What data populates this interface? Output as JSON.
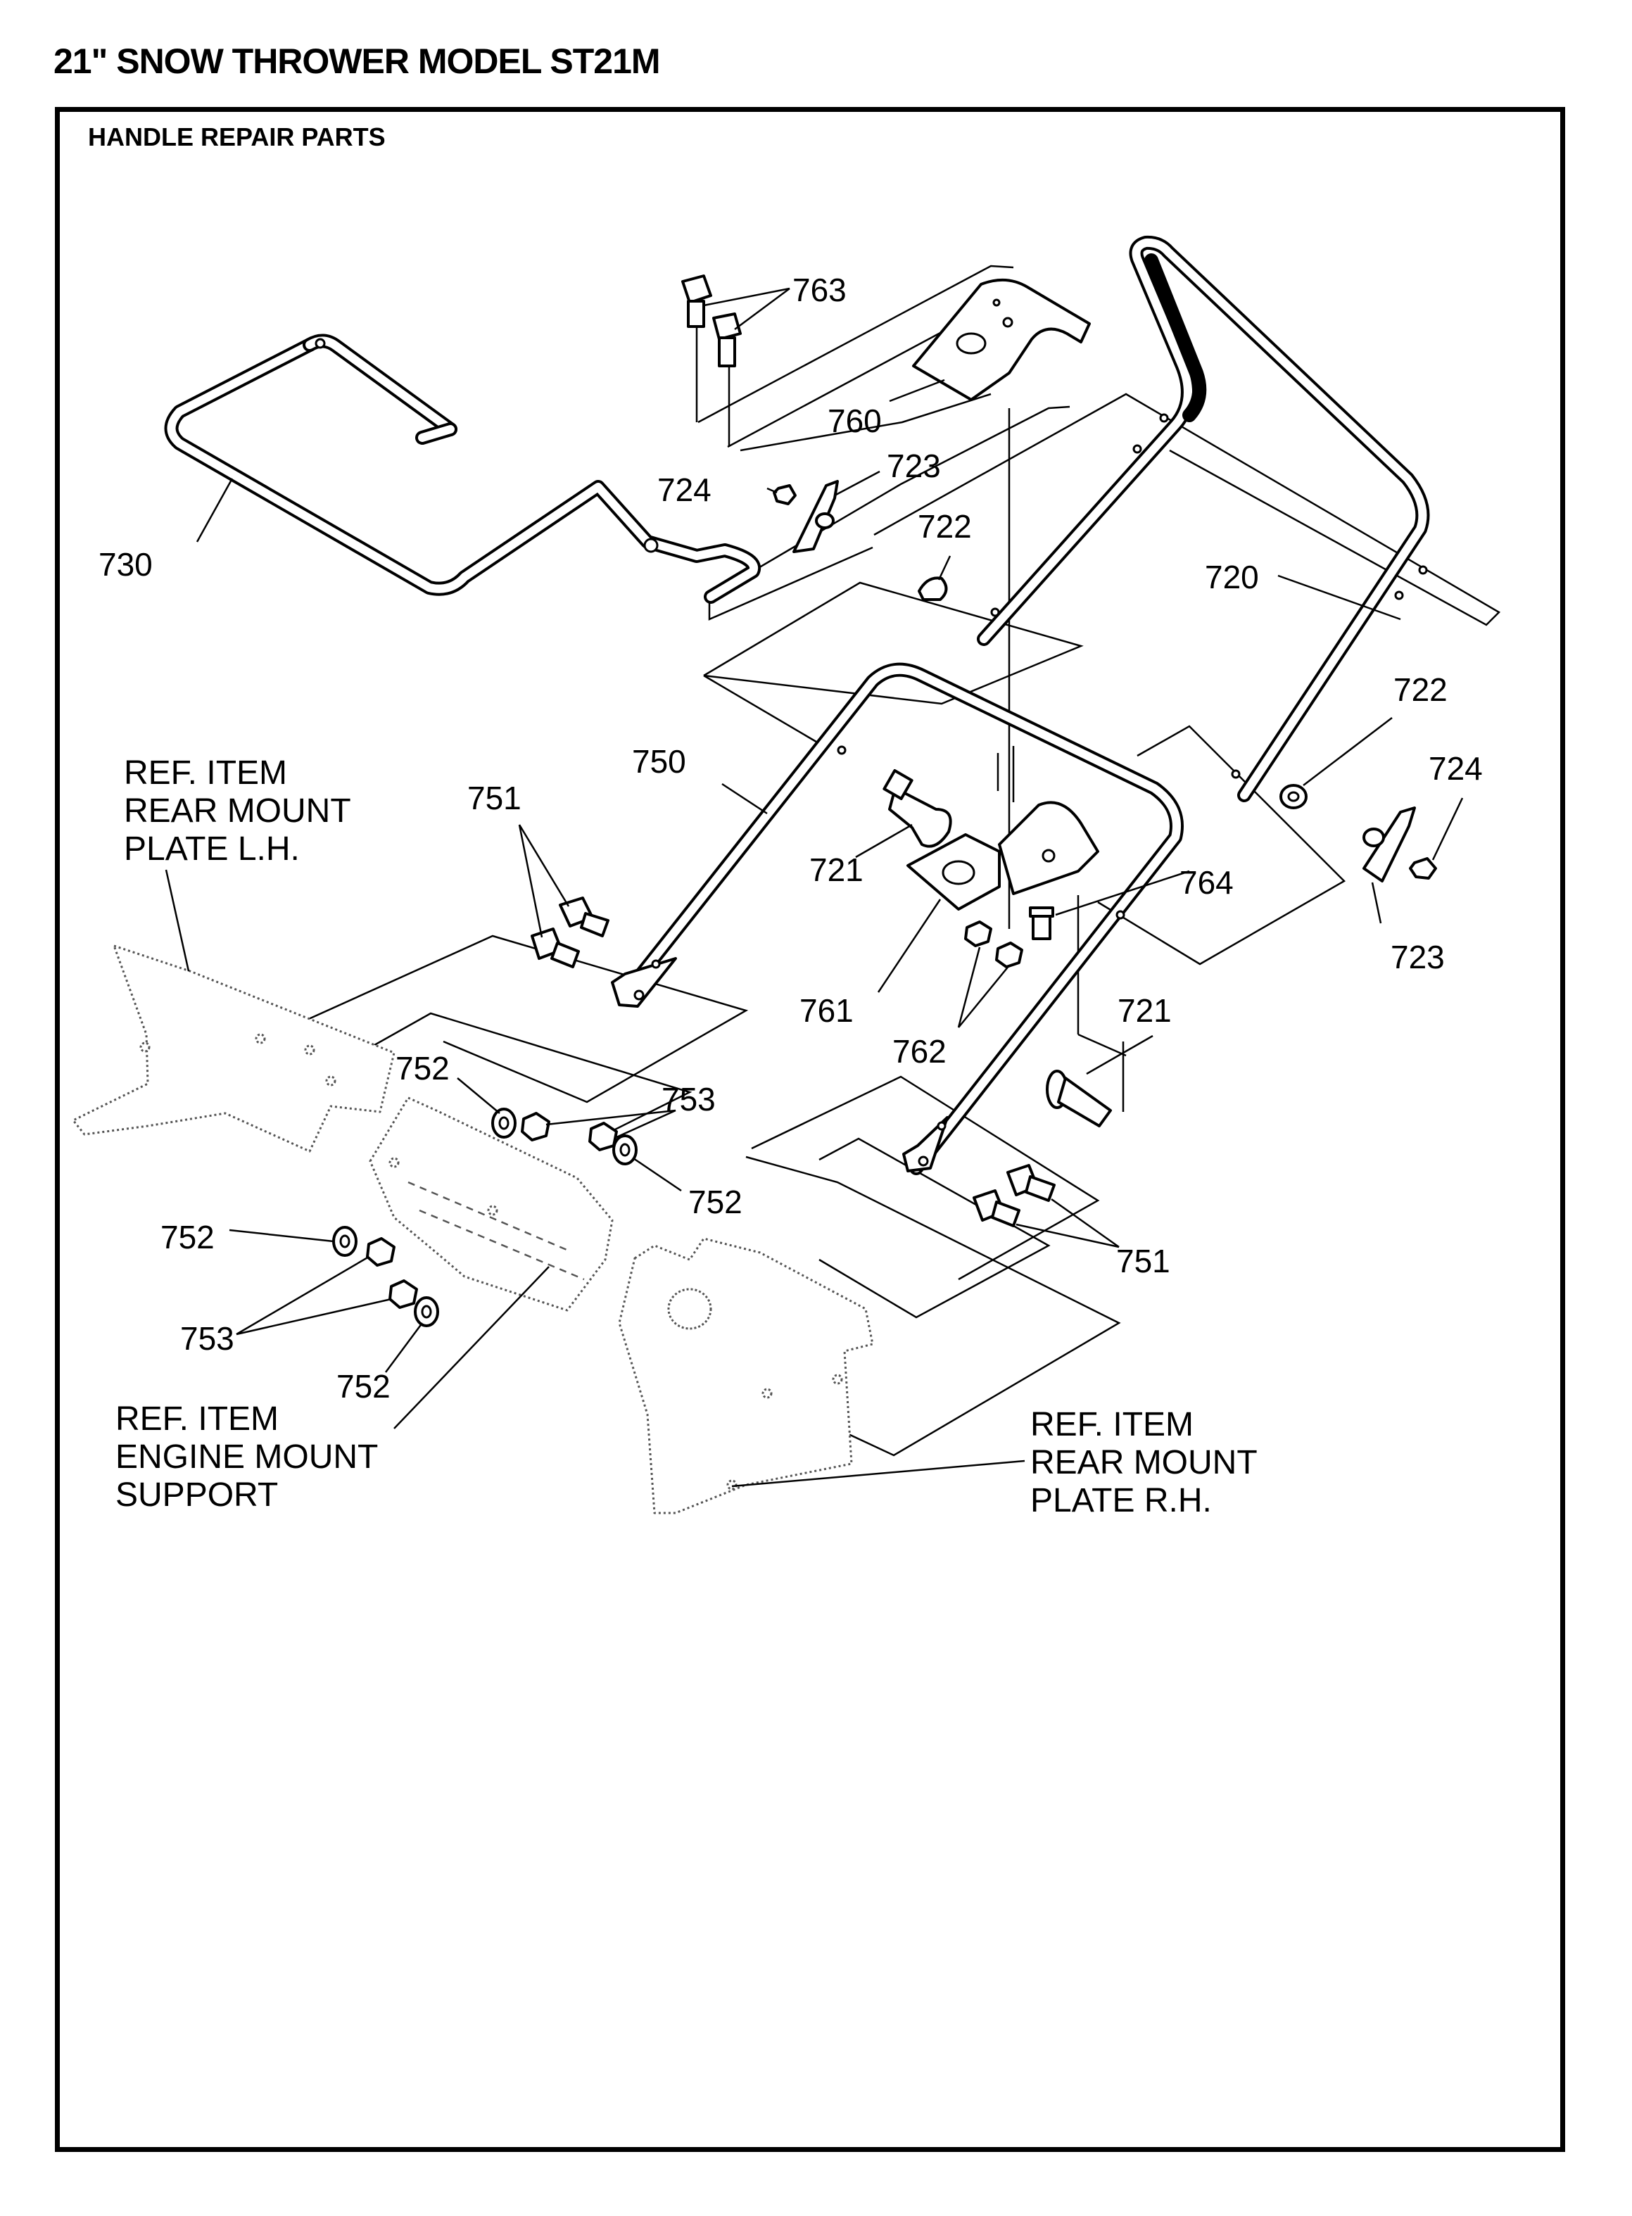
{
  "title": "21\" SNOW THROWER MODEL ST21M",
  "section": "HANDLE REPAIR PARTS",
  "callouts": {
    "c720": "720",
    "c721a": "721",
    "c721b": "721",
    "c722a": "722",
    "c722b": "722",
    "c723a": "723",
    "c723b": "723",
    "c724a": "724",
    "c724b": "724",
    "c730": "730",
    "c750": "750",
    "c751a": "751",
    "c751b": "751",
    "c752a": "752",
    "c752b": "752",
    "c752c": "752",
    "c752d": "752",
    "c753a": "753",
    "c753b": "753",
    "c760": "760",
    "c761": "761",
    "c762": "762",
    "c763": "763",
    "c764": "764"
  },
  "reference_items": {
    "rear_mount_lh": [
      "REF. ITEM",
      "REAR MOUNT",
      "PLATE L.H."
    ],
    "engine_mount": [
      "REF. ITEM",
      "ENGINE MOUNT",
      "SUPPORT"
    ],
    "rear_mount_rh": [
      "REF. ITEM",
      "REAR MOUNT",
      "PLATE R.H."
    ]
  }
}
